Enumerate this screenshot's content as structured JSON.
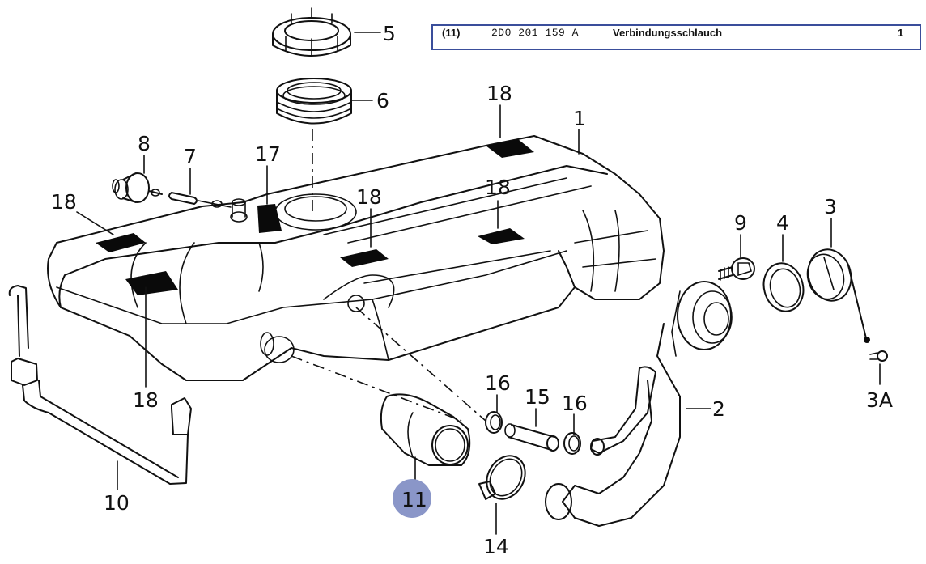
{
  "info_box": {
    "position": "(11)",
    "part_number": "2D0 201 159 A",
    "description": "Verbindungsschlauch",
    "quantity": "1",
    "border_color": "#3a4e9b"
  },
  "selected_callout": {
    "label": "11",
    "highlight_color": "#8a96c8"
  },
  "callouts": {
    "c1": "1",
    "c2": "2",
    "c3": "3",
    "c3a": "3A",
    "c4": "4",
    "c5": "5",
    "c6": "6",
    "c7": "7",
    "c8": "8",
    "c9": "9",
    "c10": "10",
    "c14": "14",
    "c15": "15",
    "c16a": "16",
    "c16b": "16",
    "c17": "17",
    "c18a": "18",
    "c18b": "18",
    "c18c": "18",
    "c18d": "18",
    "c18e": "18"
  }
}
